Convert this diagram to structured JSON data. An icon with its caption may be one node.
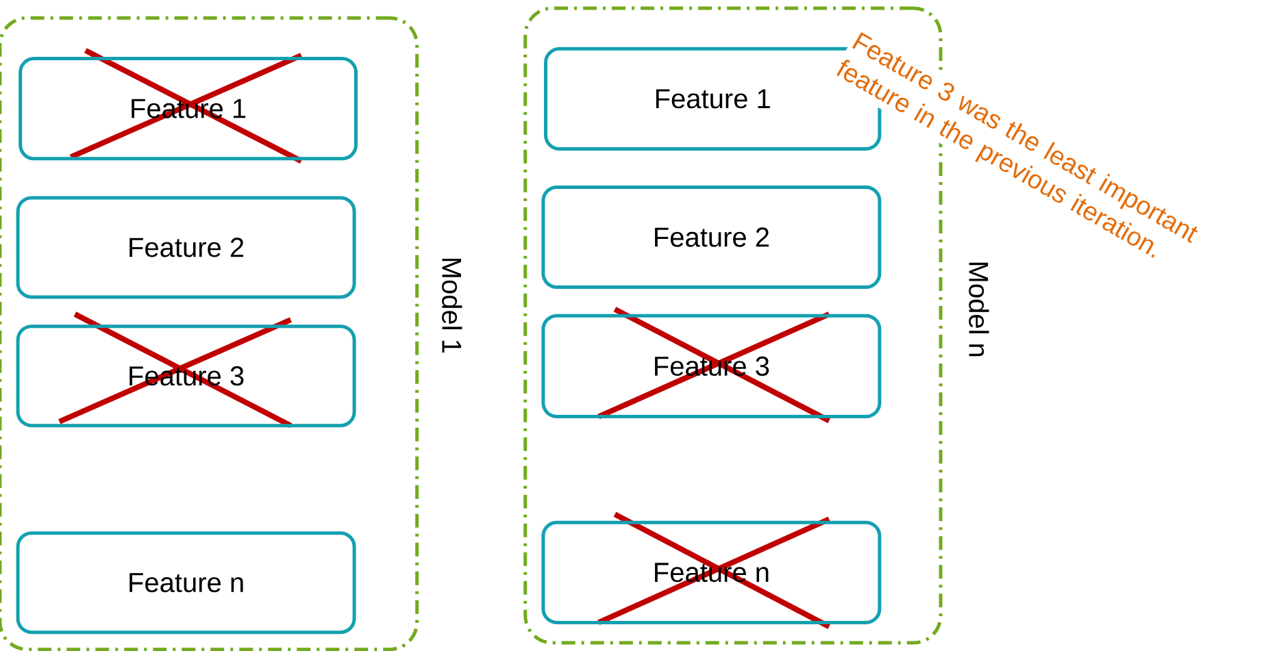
{
  "diagram": {
    "nodes": [
      {
        "text": [
          "Model 1"
        ]
      },
      {
        "text": [
          "Feature 1"
        ],
        "in": 0
      },
      {
        "text": [
          "Feature 2"
        ],
        "in": 0
      },
      {
        "text": [
          "Feature 3"
        ],
        "in": 0
      },
      {
        "text": [
          "Feature n"
        ],
        "in": 0
      },
      {
        "text": [
          "Model n"
        ]
      },
      {
        "text": [
          "Feature 1"
        ],
        "in": 5
      },
      {
        "text": [
          "Feature 2"
        ],
        "in": 5
      },
      {
        "text": [
          "Feature 3"
        ],
        "in": 5
      },
      {
        "text": [
          "Feature n"
        ],
        "in": 5
      }
    ],
    "edges": [],
    "labels": [
      "Feature 3 was the least important feature in the previous iteration."
    ]
  }
}
